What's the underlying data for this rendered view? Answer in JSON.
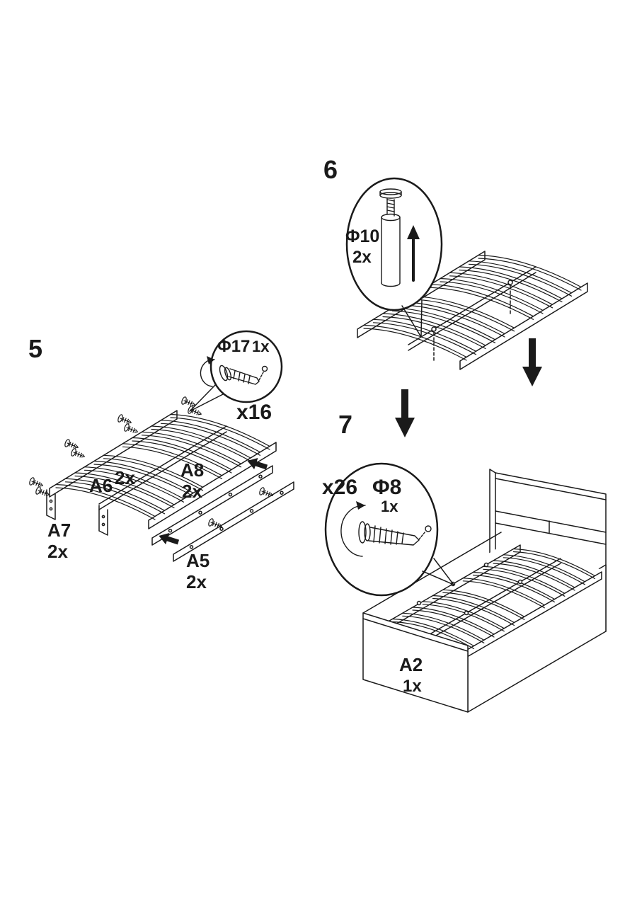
{
  "colors": {
    "ink": "#1a1a1a",
    "background": "#ffffff"
  },
  "step5": {
    "number": "5",
    "callout": {
      "part": "Φ17",
      "qty": "1x"
    },
    "screw_count": "x16",
    "parts": {
      "a6": {
        "code": "A6",
        "qty": "2x"
      },
      "a8": {
        "code": "A8",
        "qty": "2x"
      },
      "a7": {
        "code": "A7",
        "qty": "2x"
      },
      "a5": {
        "code": "A5",
        "qty": "2x"
      }
    }
  },
  "step6": {
    "number": "6",
    "callout": {
      "part": "Φ10",
      "qty": "2x"
    }
  },
  "step7": {
    "number": "7",
    "screw_count": "x26",
    "callout": {
      "part": "Φ8",
      "qty": "1x"
    },
    "part": {
      "code": "A2",
      "qty": "1x"
    }
  }
}
